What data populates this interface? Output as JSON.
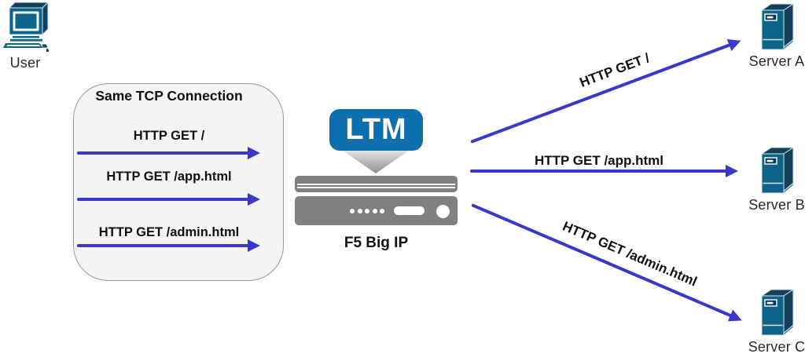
{
  "colors": {
    "arrow_blue": "#3b36cc",
    "ltm_blue": "#0d6fad",
    "icon_teal": "#0e6488",
    "icon_dark": "#14405c",
    "appliance_gray": "#808080",
    "box_fill": "#f4f4f4",
    "box_border": "#999999"
  },
  "user": {
    "label": "User"
  },
  "tcp_box": {
    "title": "Same TCP Connection",
    "requests": [
      "HTTP GET /",
      "HTTP GET /app.html",
      "HTTP GET /admin.html"
    ]
  },
  "load_balancer": {
    "badge": "LTM",
    "label": "F5 Big IP"
  },
  "routes": [
    {
      "label": "HTTP GET /",
      "server": "Server A"
    },
    {
      "label": "HTTP GET /app.html",
      "server": "Server B"
    },
    {
      "label": "HTTP GET /admin.html",
      "server": "Server C"
    }
  ]
}
